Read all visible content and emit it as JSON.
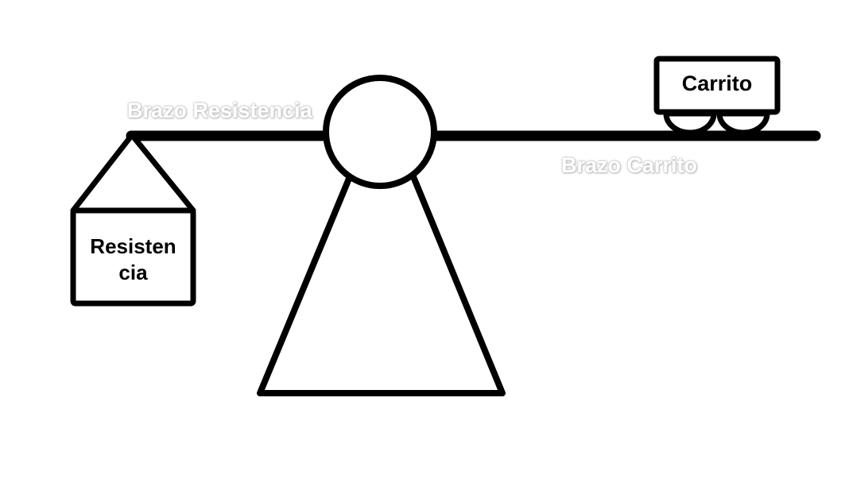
{
  "diagram": {
    "cart_label": "Carrito",
    "weight_label_line1": "Resisten",
    "weight_label_line2": "cia",
    "arm_resistance_label": "Brazo Resistencia",
    "arm_cart_label": "Brazo Carrito"
  },
  "colors": {
    "stroke": "#000000",
    "fill": "#ffffff",
    "ghost_text": "#ffffff"
  }
}
